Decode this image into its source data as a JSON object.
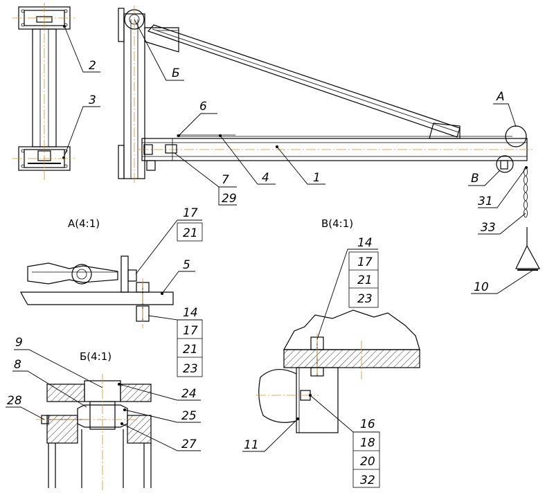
{
  "views": {
    "detail_a": "A(4:1)",
    "detail_b": "Б(4:1)",
    "detail_v": "B(4:1)"
  },
  "callouts": {
    "view_b_mark": "Б",
    "view_a_mark": "A",
    "view_v_mark": "B",
    "p1": "1",
    "p2": "2",
    "p3": "3",
    "p4": "4",
    "p5": "5",
    "p6": "6",
    "p7": "7",
    "p29": "29",
    "p31": "31",
    "p33": "33",
    "p10": "10",
    "p17a": "17",
    "p21a": "21",
    "p14a": "14",
    "p17b": "17",
    "p21b": "21",
    "p23a": "23",
    "p14b": "14",
    "p17c": "17",
    "p21c": "21",
    "p23b": "23",
    "p9": "9",
    "p8": "8",
    "p28": "28",
    "p24": "24",
    "p25": "25",
    "p27": "27",
    "p16": "16",
    "p18": "18",
    "p20": "20",
    "p32": "32",
    "p11": "11"
  },
  "colors": {
    "line": "#000000",
    "centerline": "#e08a1e"
  }
}
